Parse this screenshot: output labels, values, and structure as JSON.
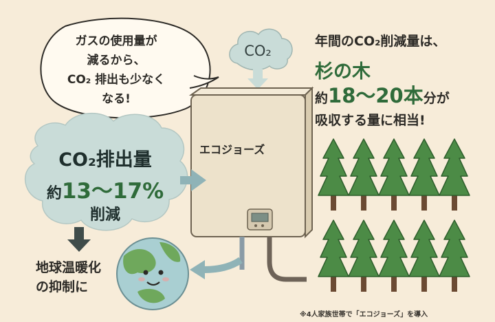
{
  "speech_bubble": {
    "lines": [
      "ガスの使用量が",
      "減るから、",
      "CO₂ 排出も少なく",
      "なる!"
    ]
  },
  "co2_cloud": {
    "label": "CO₂"
  },
  "heater": {
    "label": "エコジョーズ"
  },
  "reduction_cloud": {
    "line1": "CO₂排出量",
    "prefix": "約",
    "value": "13〜17%",
    "line3": "削減"
  },
  "earth_caption": {
    "lines": [
      "地球温暖化",
      "の抑制に"
    ]
  },
  "right_text": {
    "line1": "年間のCO₂削減量は、",
    "line2": "杉の木",
    "line3_prefix": "約",
    "line3_value": "18〜20本",
    "line3_suffix": "分が",
    "line4": "吸収する量に相当!"
  },
  "footnote": "※4人家族世帯で「エコジョーズ」を導入",
  "colors": {
    "background": "#f7ecd9",
    "accent_green": "#2f6b3a",
    "cloud": "#c9dcd8",
    "heater": "#ede2cb",
    "tree": "#4c8b46",
    "trunk": "#6b4a33"
  },
  "icons": [
    "co2-cloud-icon",
    "water-heater-icon",
    "earth-icon",
    "cedar-tree-icon",
    "arrow-icon"
  ]
}
